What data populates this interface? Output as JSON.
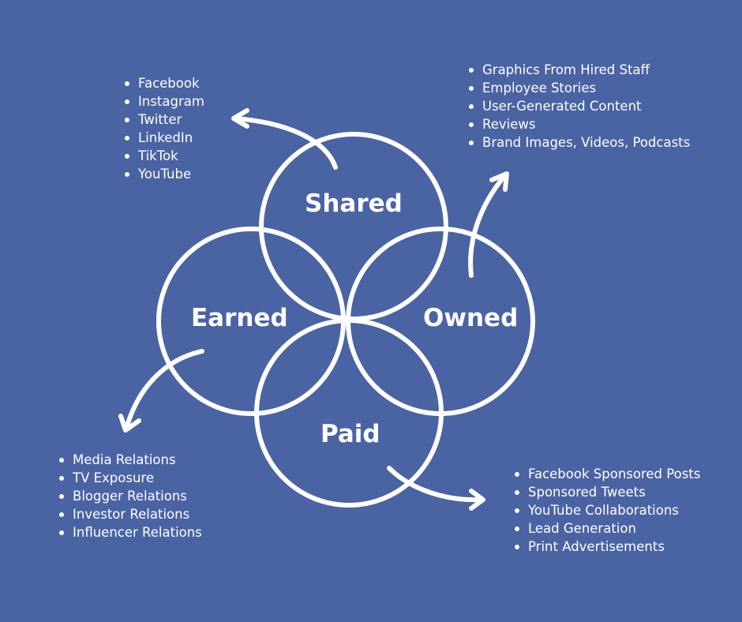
{
  "colors": {
    "background": "#4a63a3",
    "stroke": "#ffffff",
    "text": "#ffffff"
  },
  "labels": {
    "shared": "Shared",
    "earned": "Earned",
    "owned": "Owned",
    "paid": "Paid"
  },
  "lists": {
    "shared": [
      "Facebook",
      "Instagram",
      "Twitter",
      "LinkedIn",
      "TikTok",
      "YouTube"
    ],
    "owned": [
      "Graphics From Hired Staff",
      "Employee Stories",
      "User-Generated Content",
      "Reviews",
      "Brand Images, Videos, Podcasts"
    ],
    "earned": [
      "Media Relations",
      "TV Exposure",
      "Blogger Relations",
      "Investor Relations",
      "Influencer Relations"
    ],
    "paid": [
      "Facebook Sponsored Posts",
      "Sponsored Tweets",
      "YouTube Collaborations",
      "Lead Generation",
      "Print Advertisements"
    ]
  }
}
